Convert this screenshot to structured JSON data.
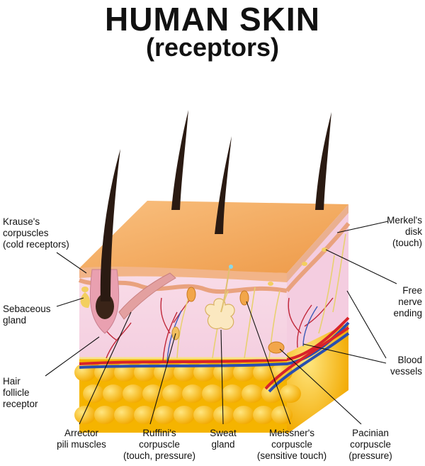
{
  "title": {
    "line1": "HUMAN SKIN",
    "line2": "(receptors)"
  },
  "labels": {
    "krause": [
      "Krause's",
      "corpuscles",
      "(cold receptors)"
    ],
    "sebaceous": [
      "Sebaceous",
      "gland"
    ],
    "hair_follicle": [
      "Hair",
      "follicle",
      "receptor"
    ],
    "arrector": [
      "Arrector",
      "pili muscles"
    ],
    "ruffini": [
      "Ruffini's",
      "corpuscle",
      "(touch, pressure)"
    ],
    "sweat": [
      "Sweat",
      "gland"
    ],
    "meissner": [
      "Meissner's",
      "corpuscle",
      "(sensitive touch)"
    ],
    "pacinian": [
      "Pacinian",
      "corpuscle",
      "(pressure)"
    ],
    "merkel": [
      "Merkel's",
      "disk",
      "(touch)"
    ],
    "free_nerve": [
      "Free",
      "nerve",
      "ending"
    ],
    "blood": [
      "Blood",
      "vessels"
    ]
  },
  "colors": {
    "epidermis_top": "#f3a65a",
    "epidermis_side": "#f0c7a0",
    "dermis": "#f7d6e6",
    "fat": "#f5b800",
    "fat_highlight": "#ffe066",
    "artery": "#d8232a",
    "vein": "#2a4fb0",
    "hair": "#2a1a12",
    "nerve": "#e8d070"
  }
}
